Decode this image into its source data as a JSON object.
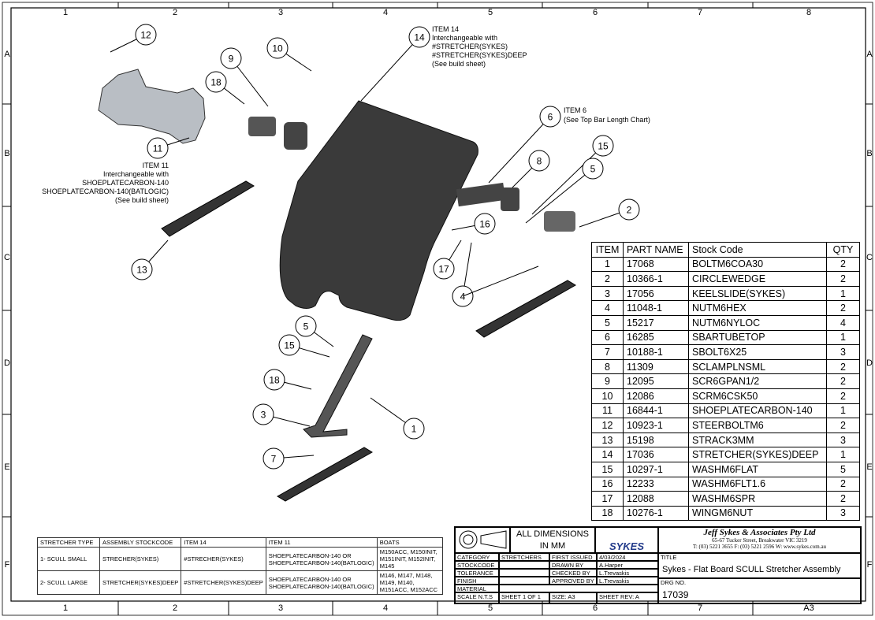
{
  "frame": {
    "columns": [
      "1",
      "2",
      "3",
      "4",
      "5",
      "6",
      "7",
      "8"
    ],
    "rows": [
      "A",
      "B",
      "C",
      "D",
      "E",
      "F"
    ],
    "bottom_columns": [
      "1",
      "2",
      "3",
      "4",
      "5",
      "6",
      "7",
      "A3"
    ]
  },
  "callouts": {
    "item14": [
      "ITEM 14",
      "Interchangeable with",
      "#STRETCHER(SYKES)",
      "#STRETCHER(SYKES)DEEP",
      "(See build sheet)"
    ],
    "item6": [
      "ITEM 6",
      "(See Top Bar Length Chart)"
    ],
    "item11": [
      "ITEM 11",
      "Interchangeable with",
      "SHOEPLATECARBON-140",
      "SHOEPLATECARBON-140(BATLOGIC)",
      "(See build sheet)"
    ]
  },
  "balloons": [
    "12",
    "10",
    "14",
    "9",
    "18",
    "11",
    "13",
    "6",
    "15",
    "8",
    "5",
    "2",
    "16",
    "17",
    "4",
    "5",
    "15",
    "18",
    "3",
    "1",
    "7"
  ],
  "bom": {
    "headers": [
      "ITEM",
      "PART NAME",
      "Stock Code",
      "QTY"
    ],
    "rows": [
      [
        "1",
        "17068",
        "BOLTM6COA30",
        "2"
      ],
      [
        "2",
        "10366-1",
        "CIRCLEWEDGE",
        "2"
      ],
      [
        "3",
        "17056",
        "KEELSLIDE(SYKES)",
        "1"
      ],
      [
        "4",
        "11048-1",
        "NUTM6HEX",
        "2"
      ],
      [
        "5",
        "15217",
        "NUTM6NYLOC",
        "4"
      ],
      [
        "6",
        "16285",
        "SBARTUBETOP",
        "1"
      ],
      [
        "7",
        "10188-1",
        "SBOLT6X25",
        "3"
      ],
      [
        "8",
        "11309",
        "SCLAMPLNSML",
        "2"
      ],
      [
        "9",
        "12095",
        "SCR6GPAN1/2",
        "2"
      ],
      [
        "10",
        "12086",
        "SCRM6CSK50",
        "2"
      ],
      [
        "11",
        "16844-1",
        "SHOEPLATECARBON-140",
        "1"
      ],
      [
        "12",
        "10923-1",
        "STEERBOLTM6",
        "2"
      ],
      [
        "13",
        "15198",
        "STRACK3MM",
        "3"
      ],
      [
        "14",
        "17036",
        "STRETCHER(SYKES)DEEP",
        "1"
      ],
      [
        "15",
        "10297-1",
        "WASHM6FLAT",
        "5"
      ],
      [
        "16",
        "12233",
        "WASHM6FLT1.6",
        "2"
      ],
      [
        "17",
        "12088",
        "WASHM6SPR",
        "2"
      ],
      [
        "18",
        "10276-1",
        "WINGM6NUT",
        "3"
      ]
    ]
  },
  "stretcher_table": {
    "headers": [
      "STRETCHER TYPE",
      "ASSEMBLY STOCKCODE",
      "ITEM 14",
      "ITEM 11",
      "BOATS"
    ],
    "rows": [
      [
        "1- SCULL SMALL",
        "STRECHER(SYKES)",
        "#STRECHER(SYKES)",
        "SHOEPLATECARBON-140 OR SHOEPLATECARBON-140(BATLOGIC)",
        "M150ACC, M150INIT, M151INIT, M152INIT, M145"
      ],
      [
        "2- SCULL LARGE",
        "STRETCHER(SYKES)DEEP",
        "#STRETCHER(SYKES)DEEP",
        "SHOEPLATECARBON-140 OR SHOEPLATECARBON-140(BATLOGIC)",
        "M146, M147, M148, M149, M140, M151ACC, M152ACC"
      ]
    ]
  },
  "title_block": {
    "dimensions": "ALL DIMENSIONS IN MM",
    "logo": "SYKES",
    "company": "Jeff Sykes & Associates Pty Ltd",
    "address": "65-67 Tucker Street, Breakwater VIC 3219",
    "contact": "T: (03) 5221 3655  F: (03) 5221 2596 W: www.sykes.com.au",
    "category_label": "CATEGORY",
    "category": "STRETCHERS",
    "first_issued_label": "FIRST ISSUED",
    "first_issued": "4/03/2024",
    "stockcode_label": "STOCKCODE",
    "drawn_by_label": "DRAWN BY",
    "drawn_by": "A.Harper",
    "tolerance_label": "TOLERANCE",
    "checked_by_label": "CHECKED BY",
    "checked_by": "L.Trevaskis",
    "finish_label": "FINISH",
    "approved_by_label": "APPROVED BY",
    "approved_by": "L.Trevaskis",
    "material_label": "MATERIAL",
    "scale": "SCALE N.T.S",
    "sheet": "SHEET 1 OF 1",
    "size": "SIZE: A3",
    "rev": "SHEET REV:  A",
    "title_label": "TITLE",
    "title": "Sykes - Flat Board SCULL Stretcher Assembly",
    "drg_label": "DRG NO.",
    "drg_no": "17039"
  }
}
